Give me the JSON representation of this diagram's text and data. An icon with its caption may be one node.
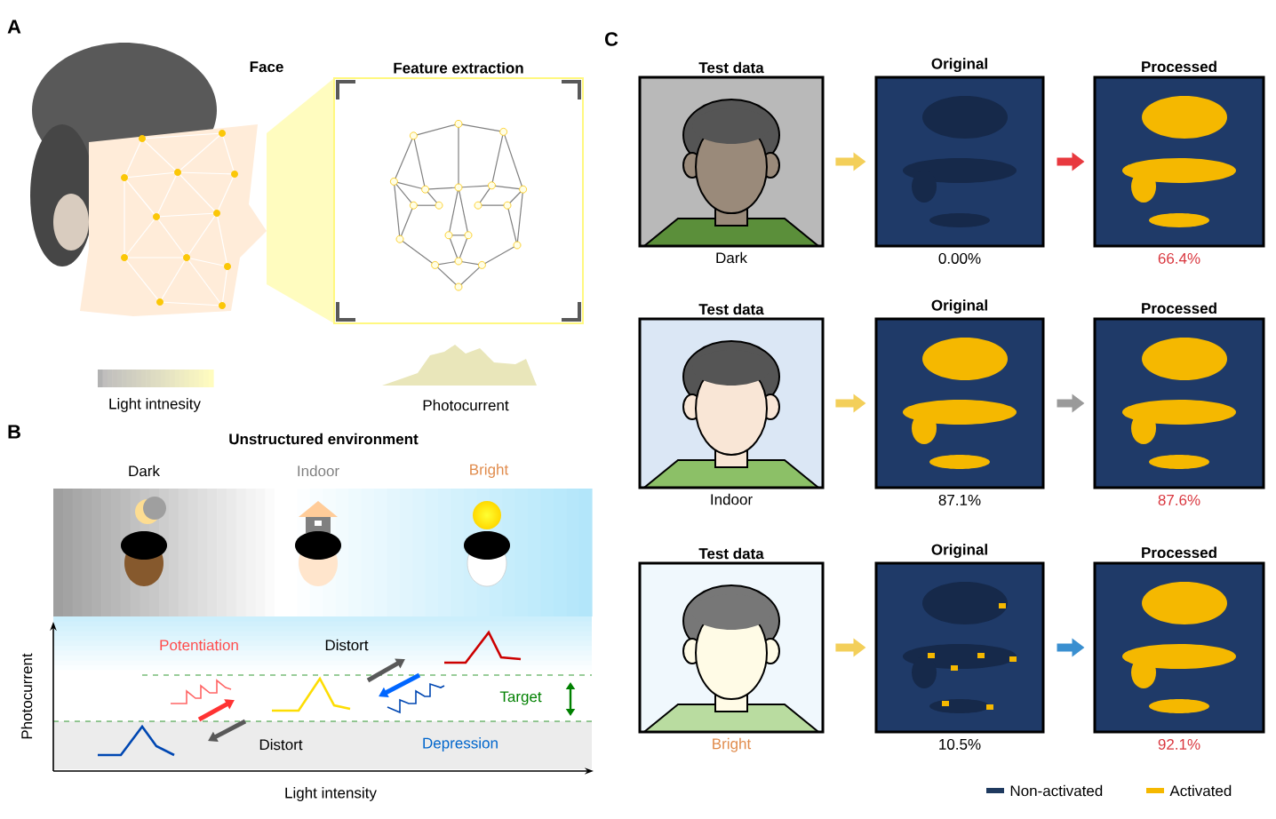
{
  "diagram": {
    "nodes": [
      {
        "text": [
          "Face"
        ]
      },
      {
        "text": [
          "Feature extraction"
        ]
      },
      {
        "text": [
          "Test data"
        ],
        "beside": [
          "Dark"
        ]
      },
      {
        "text": [
          "Original"
        ],
        "beside": [
          "0.00%"
        ]
      },
      {
        "text": [
          "Processed"
        ],
        "beside": [
          "66.4%"
        ]
      },
      {
        "text": [
          "Test data"
        ],
        "beside": [
          "Indoor"
        ]
      },
      {
        "text": [
          "Original"
        ],
        "beside": [
          "87.1%"
        ]
      },
      {
        "text": [
          "Processed"
        ],
        "beside": [
          "87.6%"
        ]
      },
      {
        "text": [
          "Test data"
        ],
        "beside": [
          "Bright"
        ]
      },
      {
        "text": [
          "Original"
        ],
        "beside": [
          "10.5%"
        ]
      },
      {
        "text": [
          "Processed"
        ],
        "beside": [
          "92.1%"
        ]
      }
    ],
    "edges": [
      {
        "from": 2,
        "to": 3,
        "arrow": "to",
        "color": "#f3cf5a"
      },
      {
        "from": 3,
        "to": 4,
        "arrow": "to",
        "color": "#e8393f"
      },
      {
        "from": 5,
        "to": 6,
        "arrow": "to",
        "color": "#f3cf5a"
      },
      {
        "from": 6,
        "to": 7,
        "arrow": "to",
        "color": "#9a9a9a"
      },
      {
        "from": 8,
        "to": 9,
        "arrow": "to",
        "color": "#f3cf5a"
      },
      {
        "from": 9,
        "to": 10,
        "arrow": "to",
        "color": "#3a8fd0"
      }
    ],
    "labels": [
      "A",
      "Light intnesity",
      "Photocurrent",
      "B",
      "Unstructured environment",
      "Dark",
      "Indoor",
      "Bright",
      "Potentiation",
      "Distort",
      "Target",
      "Distort",
      "Depression",
      "Photocurrent",
      "Light intensity",
      "C"
    ],
    "legend": [
      {
        "text": "Non-activated",
        "color": "#1f3a5f"
      },
      {
        "text": "Activated",
        "color": "#f5b800"
      }
    ]
  }
}
